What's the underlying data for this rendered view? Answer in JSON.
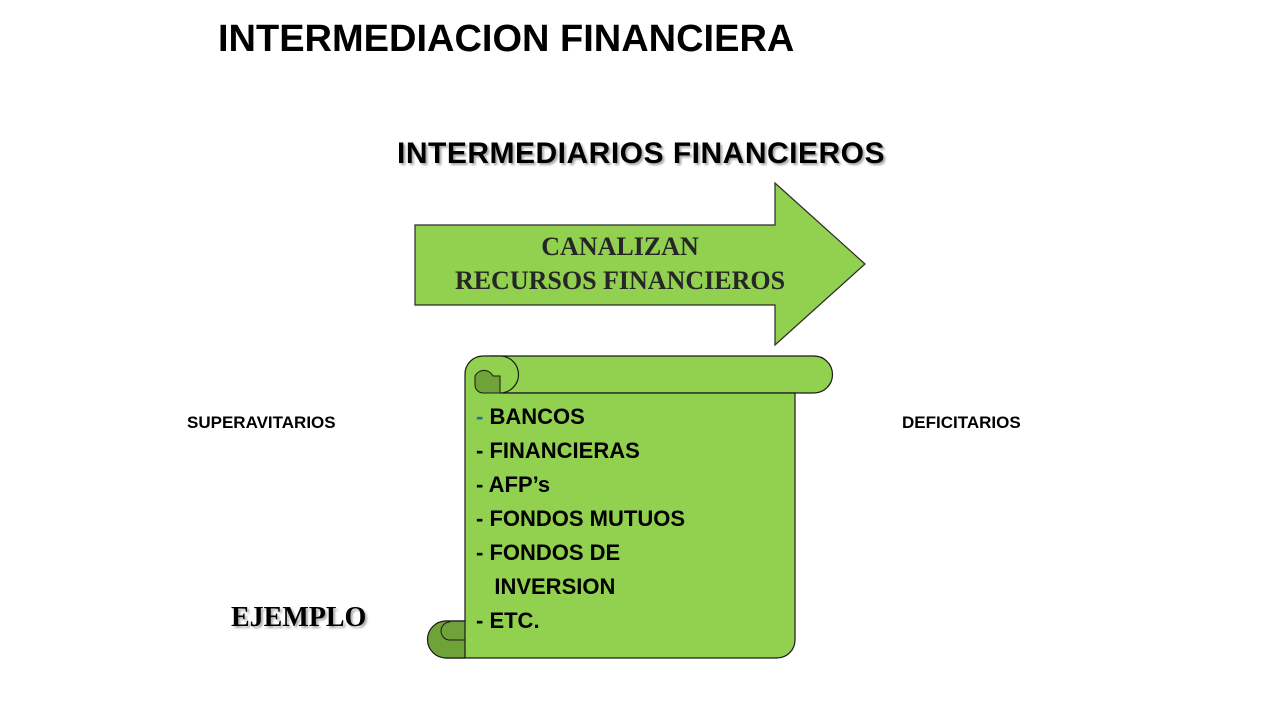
{
  "title": "INTERMEDIACION FINANCIERA",
  "subtitle": "INTERMEDIARIOS  FINANCIEROS",
  "arrow": {
    "line1": "CANALIZAN",
    "line2": "RECURSOS FINANCIEROS"
  },
  "left_label": "SUPERAVITARIOS",
  "right_label": "DEFICITARIOS",
  "example_label": "EJEMPLO",
  "list": {
    "items": [
      {
        "dash": "-",
        "text": " BANCOS"
      },
      {
        "dash": "-",
        "text": " FINANCIERAS"
      },
      {
        "dash": "-",
        "text": " AFP’s"
      },
      {
        "dash": "-",
        "text": " FONDOS MUTUOS"
      },
      {
        "dash": "-",
        "text": " FONDOS DE"
      },
      {
        "dash": "",
        "text": "   INVERSION"
      },
      {
        "dash": "-",
        "text": " ETC."
      }
    ]
  },
  "colors": {
    "green_fill": "#92d050",
    "dark_green": "#6fa33a",
    "outline": "#1a1a1a",
    "blue_dash": "#1f6fb4"
  }
}
